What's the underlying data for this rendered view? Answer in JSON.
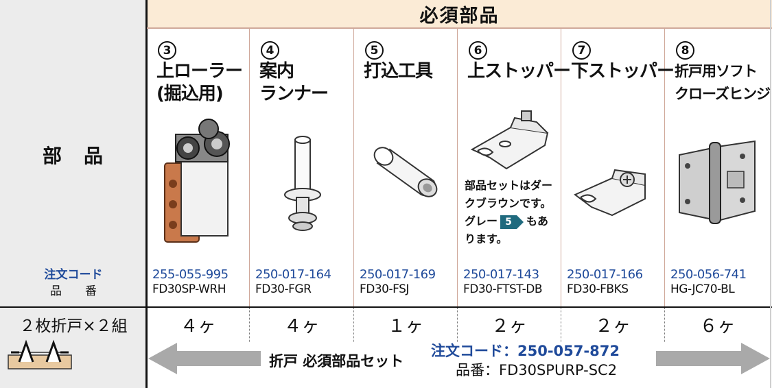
{
  "header": {
    "title": "必須部品"
  },
  "row_labels": {
    "part": "部　品",
    "order_code_label": "注文コード",
    "part_number_label": "品　　番",
    "config": "２枚折戸×２組"
  },
  "columns": [
    {
      "num": "3",
      "name_line1": "上ローラー",
      "name_line2": "(掘込用)",
      "code": "255-055-995",
      "part": "FD30SP-WRH",
      "qty": "４ヶ"
    },
    {
      "num": "4",
      "name_line1": "案内",
      "name_line2": "ランナー",
      "code": "250-017-164",
      "part": "FD30-FGR",
      "qty": "４ヶ"
    },
    {
      "num": "5",
      "name_line1": "打込工具",
      "name_line2": "",
      "code": "250-017-169",
      "part": "FD30-FSJ",
      "qty": "１ヶ"
    },
    {
      "num": "6",
      "name_line1": "上ストッパー",
      "name_line2": "",
      "code": "250-017-143",
      "part": "FD30-FTST-DB",
      "qty": "２ヶ"
    },
    {
      "num": "7",
      "name_line1": "下ストッパー",
      "name_line2": "",
      "code": "250-017-166",
      "part": "FD30-FBKS",
      "qty": "２ヶ"
    },
    {
      "num": "8",
      "name_line1": "折戸用ソフト",
      "name_line2": "クローズヒンジ",
      "code": "250-056-741",
      "part": "HG-JC70-BL",
      "qty": "６ヶ"
    }
  ],
  "note": {
    "line1": "部品セットはダー",
    "line2": "クブラウンです。",
    "line3_pre": "グレー",
    "badge": "5",
    "line3_post": "もあ",
    "line4": "ります。"
  },
  "set": {
    "label": "折戸 必須部品セット",
    "order_code": "注文コード：250-057-872",
    "part_number": "品番：FD30SPURP-SC2"
  },
  "colors": {
    "header_bg": "#fbebd6",
    "left_bg": "#ececec",
    "code_blue": "#1f4a9a",
    "badge_teal": "#1f6a7e",
    "arrow_gray": "#a9a9a9"
  }
}
